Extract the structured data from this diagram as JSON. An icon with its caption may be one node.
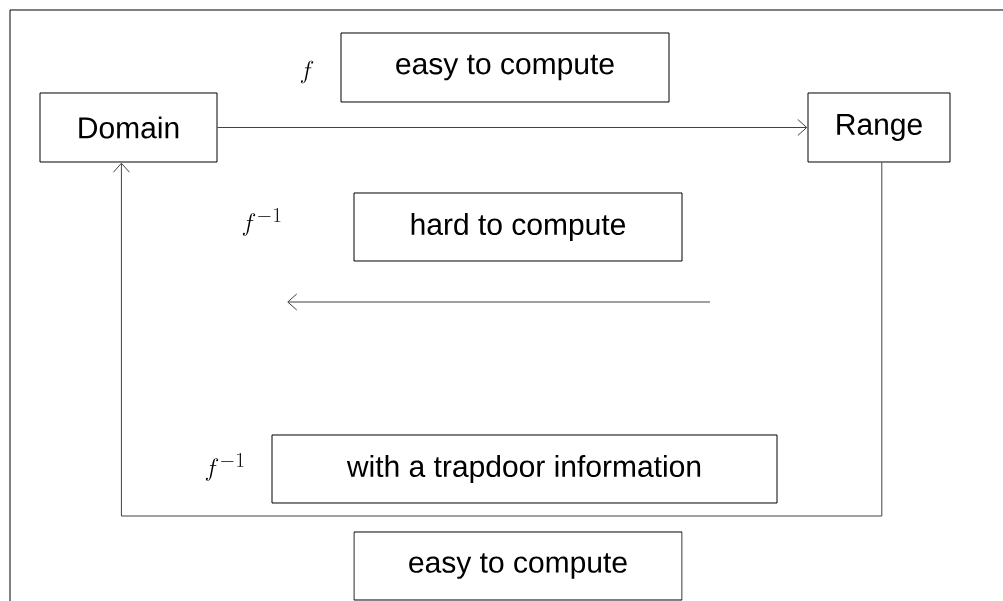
{
  "diagram": {
    "nodes": [
      {
        "text": [
          "Domain"
        ]
      },
      {
        "text": [
          "Range"
        ]
      },
      {
        "text": [
          "easy to compute"
        ]
      },
      {
        "text": [
          "hard to compute"
        ]
      },
      {
        "text": [
          "with a trapdoor information"
        ]
      },
      {
        "text": [
          "easy to compute"
        ]
      }
    ],
    "edges": [
      {
        "from": 0,
        "to": 1,
        "arrow": "to"
      },
      {
        "from": 1,
        "to": 0,
        "arrow": "to"
      }
    ],
    "labels": [
      "f",
      "f^{-1}",
      "f^{-1}"
    ]
  }
}
